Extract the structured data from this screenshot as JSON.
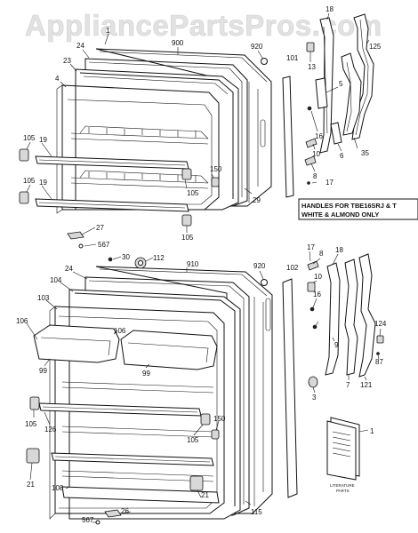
{
  "watermark": "AppliancePartsPros.com",
  "note": {
    "line1": "HANDLES FOR TBE16SRJ & T",
    "line2": "WHITE & ALMOND ONLY"
  },
  "literature": {
    "line1": "LITERATURE",
    "line2": "PARTS"
  },
  "labels": {
    "p1": "1",
    "p900": "900",
    "p920a": "920",
    "p24a": "24",
    "p23": "23",
    "p4a": "4",
    "p105a": "105",
    "p19a": "19",
    "p105b": "105",
    "p19b": "19",
    "p150a": "150",
    "p105c": "105",
    "p105d": "105",
    "p29": "29",
    "p27": "27",
    "p567a": "567",
    "p101": "101",
    "p18": "18",
    "p13": "13",
    "p5": "5",
    "p16a": "16",
    "p10a": "10",
    "p8a": "8",
    "p17a": "17",
    "p125": "125",
    "p6": "6",
    "p35": "35",
    "p30": "30",
    "p112": "112",
    "p910": "910",
    "p920b": "920",
    "p24b": "24",
    "p104": "104",
    "p103": "103",
    "p106a": "106",
    "p106b": "106",
    "p99a": "99",
    "p99b": "99",
    "p105e": "105",
    "p126": "126",
    "p150b": "150",
    "p105f": "105",
    "p21a": "21",
    "p21b": "21",
    "p108": "108",
    "p26": "26",
    "p567b": "567",
    "p115": "115",
    "p102": "102",
    "p17b": "17",
    "p8b": "8",
    "p18b": "18",
    "p10b": "10",
    "p16b": "16",
    "p9": "9",
    "p3": "3",
    "p7": "7",
    "p124": "124",
    "p87": "87",
    "p121": "121",
    "p1b": "1"
  }
}
